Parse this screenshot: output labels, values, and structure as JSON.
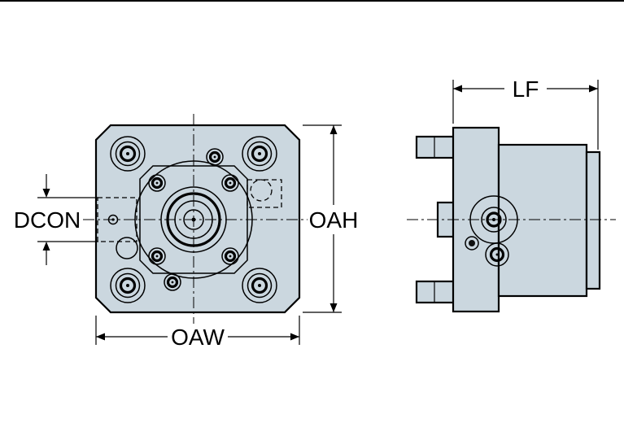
{
  "diagram": {
    "type": "technical-drawing",
    "views": {
      "front": "front-view",
      "side": "side-view"
    },
    "dimensions": {
      "dcon": "DCON",
      "oah": "OAH",
      "oaw": "OAW",
      "lf": "LF"
    },
    "colors": {
      "part_fill": "#cbd7df",
      "line": "#000000",
      "background": "#ffffff"
    }
  }
}
